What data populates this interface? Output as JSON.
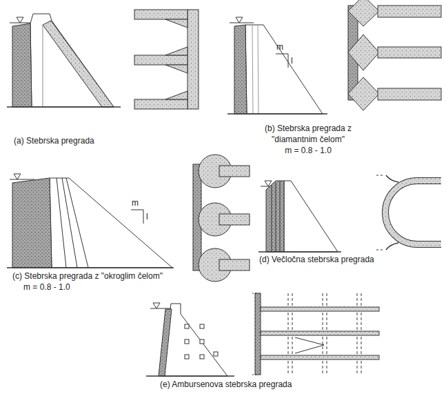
{
  "diagram": {
    "labels": [
      "(a) Stebrska pregrada",
      "(b) Stebrska pregrada z \"diamantnim čelom\"",
      "m = 0.8 - 1.0",
      "m",
      "l",
      "(c) Stebrska pregrada z \"okroglim čelom\"",
      "m = 0.8 - 1.0",
      "m",
      "l",
      "(d) Večločna stebrska pregrada",
      "(e) Ambursenova stebrska pregrada"
    ]
  }
}
